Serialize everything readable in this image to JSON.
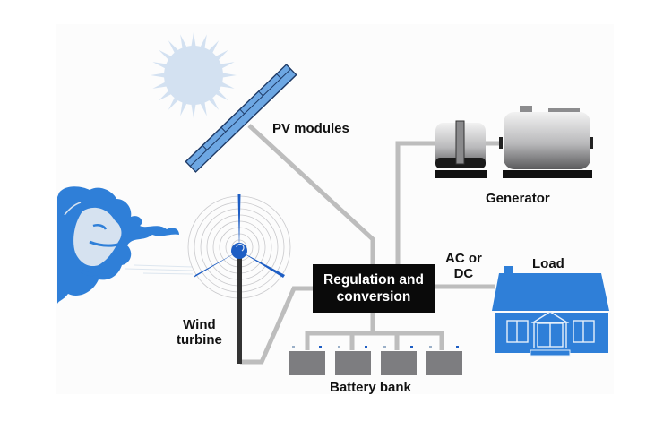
{
  "diagram": {
    "title": "Hybrid renewable power system",
    "colors": {
      "wire": "#bdbdbd",
      "accent_blue": "#2f7fd8",
      "sun": "#d3e1f1",
      "box": "#0a0a0a",
      "battery": "#7d7d80"
    },
    "nodes": {
      "pv": {
        "label": "PV modules",
        "icon": "solar-panel-icon"
      },
      "sun": {
        "icon": "sun-icon"
      },
      "wind": {
        "label_line1": "Wind",
        "label_line2": "turbine",
        "icon": "wind-turbine-icon"
      },
      "wind_source": {
        "icon": "wind-blowing-face-icon"
      },
      "generator": {
        "label": "Generator",
        "icon": "generator-icon"
      },
      "regulation": {
        "label_line1": "Regulation and",
        "label_line2": "conversion"
      },
      "battery": {
        "label": "Battery bank",
        "count": 4,
        "icon": "battery-icon"
      },
      "load": {
        "label": "Load",
        "icon": "house-icon"
      },
      "output": {
        "label_line1": "AC or",
        "label_line2": "DC"
      }
    },
    "edges": [
      {
        "from": "pv",
        "to": "regulation"
      },
      {
        "from": "generator",
        "to": "regulation"
      },
      {
        "from": "wind",
        "to": "regulation"
      },
      {
        "from": "regulation",
        "to": "battery"
      },
      {
        "from": "regulation",
        "to": "load",
        "label": "AC or DC"
      }
    ]
  }
}
